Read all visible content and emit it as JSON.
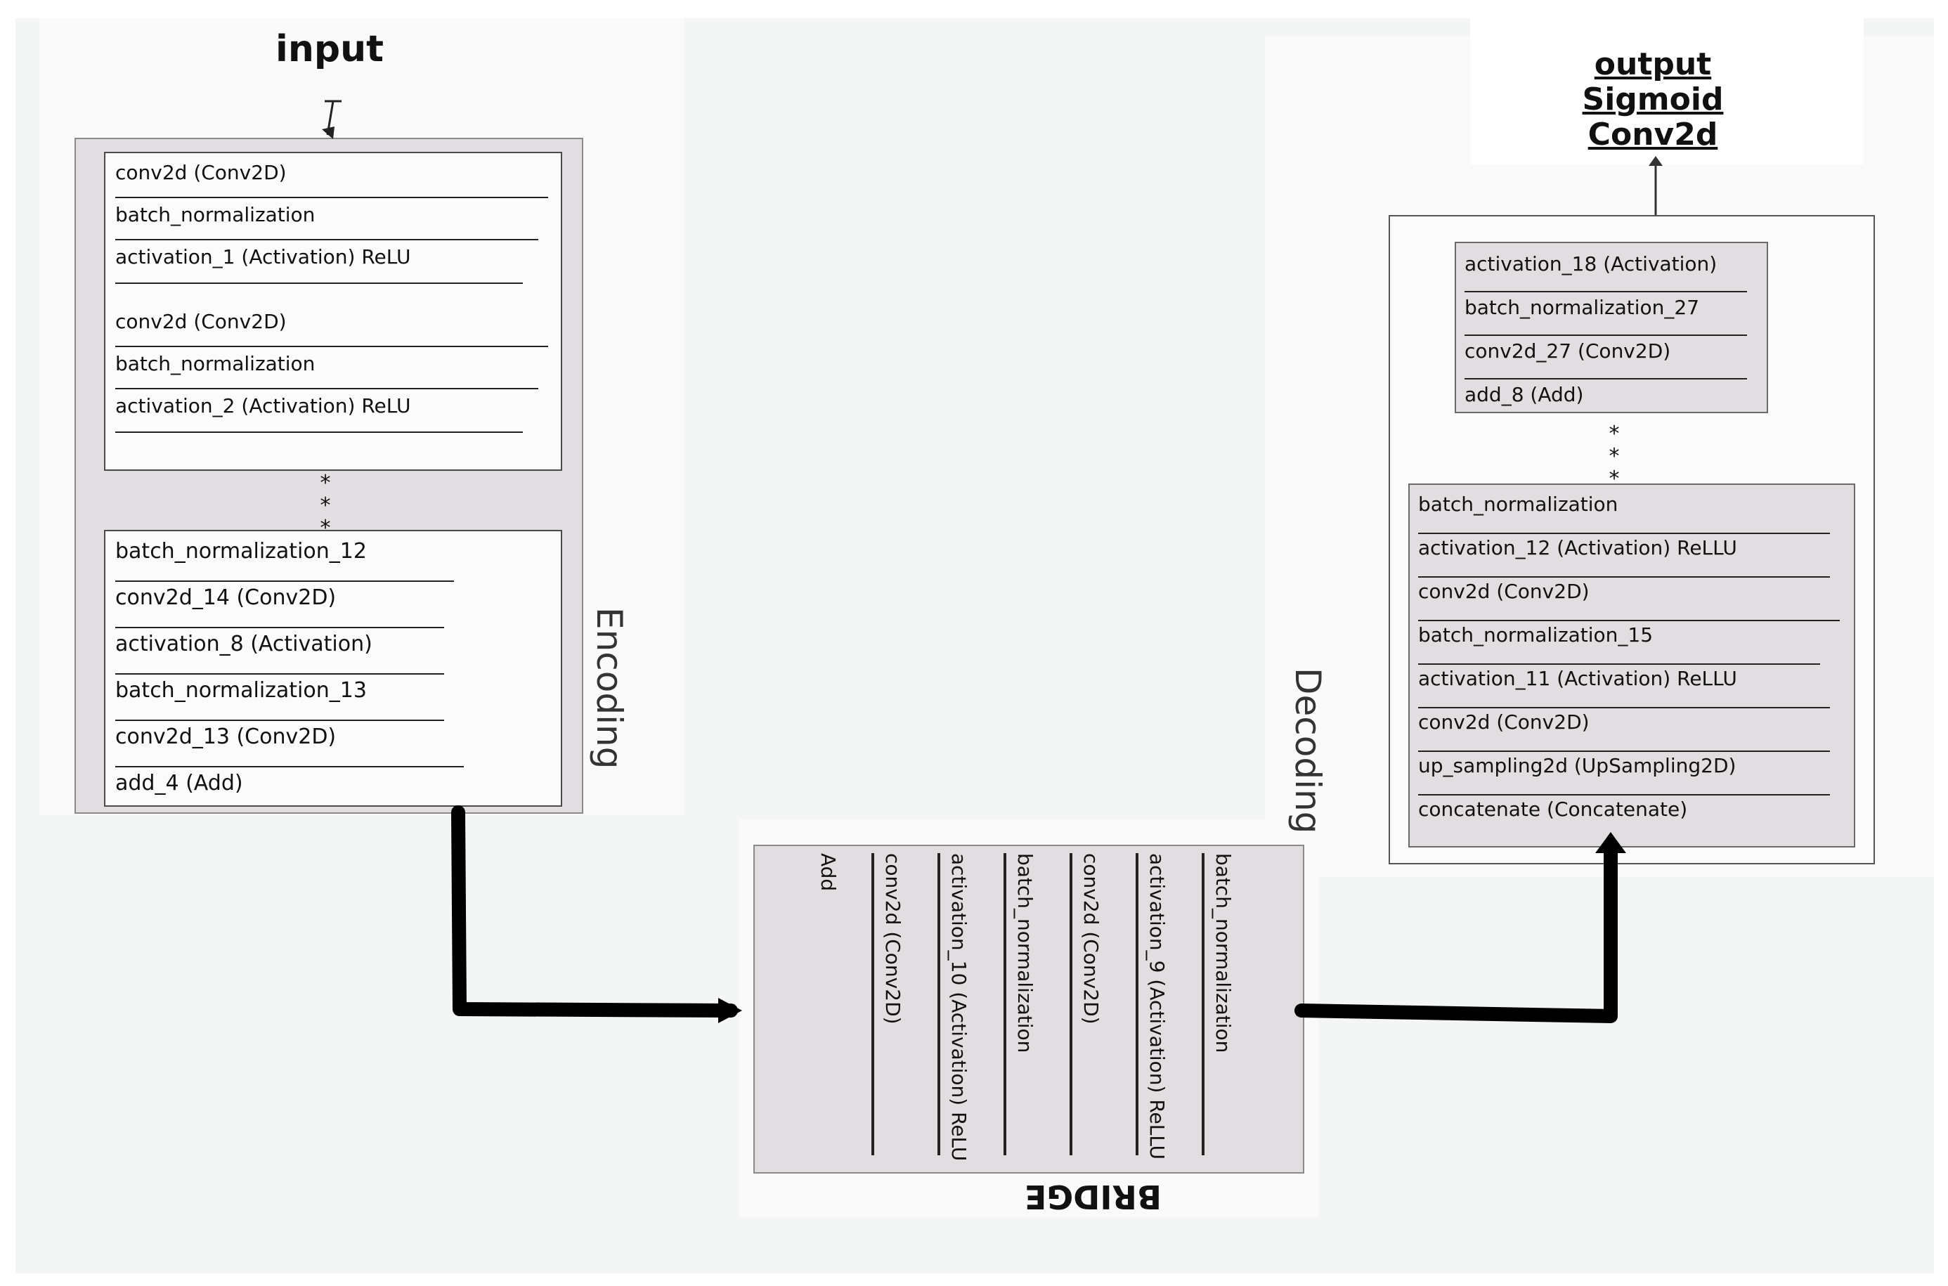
{
  "input_label": "input",
  "output_lines": [
    "output",
    "Sigmoid",
    "Conv2d"
  ],
  "encoding": {
    "side_label": "Encoding",
    "block1": [
      "conv2d (Conv2D)",
      "batch_normalization",
      "activation_1 (Activation) ReLU",
      "conv2d (Conv2D)",
      "batch_normalization",
      "activation_2 (Activation) ReLU"
    ],
    "block2": [
      "batch_normalization_12",
      "conv2d_14 (Conv2D)",
      "activation_8 (Activation)",
      "batch_normalization_13",
      "conv2d_13 (Conv2D)",
      "add_4 (Add)"
    ]
  },
  "bridge": {
    "title": "BRIDGE",
    "layers": [
      "batch_normalization",
      "activation_9 (Activation) ReLLU",
      "conv2d (Conv2D)",
      "batch_normalization",
      "activation_10 (Activation) ReLU",
      "conv2d (Conv2D)",
      "Add"
    ]
  },
  "decoding": {
    "side_label": "Decoding",
    "block_top": [
      "activation_18 (Activation)",
      "batch_normalization_27",
      "conv2d_27 (Conv2D)",
      "add_8 (Add)"
    ],
    "block_bottom": [
      "batch_normalization",
      "activation_12 (Activation) ReLLU",
      "conv2d (Conv2D)",
      "batch_normalization_15",
      "activation_11 (Activation) ReLLU",
      "conv2d (Conv2D)",
      "up_sampling2d (UpSampling2D)",
      "concatenate (Concatenate)"
    ]
  },
  "ellipsis": "*"
}
